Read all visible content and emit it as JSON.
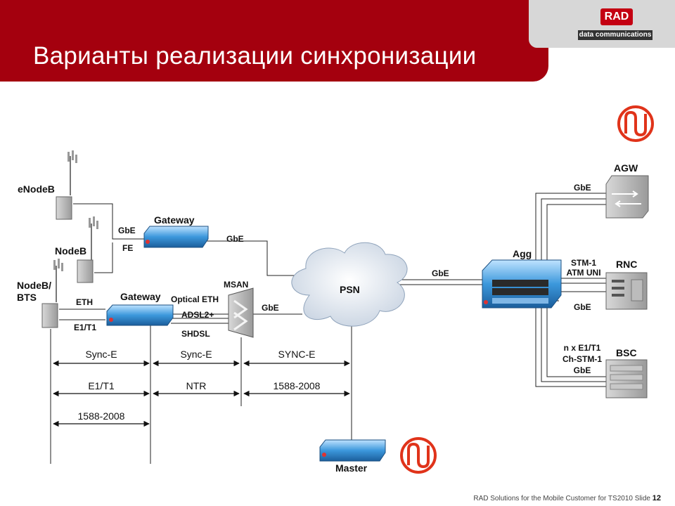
{
  "title": "Варианты реализации синхронизации",
  "logo": {
    "brand": "RAD",
    "subtitle": "data communications"
  },
  "nodes": {
    "enodeb": "eNodeB",
    "nodeb": "NodeB",
    "nodeb_bts": "NodeB/\nBTS",
    "gateway1": "Gateway",
    "gateway2": "Gateway",
    "msan": "MSAN",
    "psn": "PSN",
    "agg": "Agg",
    "agw": "AGW",
    "rnc": "RNC",
    "bsc": "BSC",
    "master": "Master"
  },
  "links": {
    "gbe_gw1_in": "GbE",
    "fe_gw1_in": "FE",
    "gbe_gw1_out": "GbE",
    "eth": "ETH",
    "e1t1": "E1/T1",
    "optical_eth": "Optical ETH",
    "adsl": "ADSL2+",
    "shdsl": "SHDSL",
    "gbe_msan": "GbE",
    "gbe_psn_agg": "GbE",
    "gbe_agw": "GbE",
    "stm1": "STM-1",
    "atm_uni": "ATM UNI",
    "gbe_rnc": "GbE",
    "bsc_line1": "n x E1/T1",
    "bsc_line2": "Ch-STM-1",
    "bsc_line3": "GbE"
  },
  "sync_rows": {
    "row1": [
      "Sync-E",
      "Sync-E",
      "SYNC-E"
    ],
    "row2": [
      "E1/T1",
      "NTR",
      "1588-2008"
    ],
    "row3": [
      "1588-2008"
    ]
  },
  "colors": {
    "brand_red": "#a4000e",
    "device_blue": "#2f86c8",
    "sync_icon": "#e0331a"
  },
  "footer": {
    "text": "RAD Solutions for the Mobile Customer for TS2010  Slide",
    "page": "12"
  }
}
